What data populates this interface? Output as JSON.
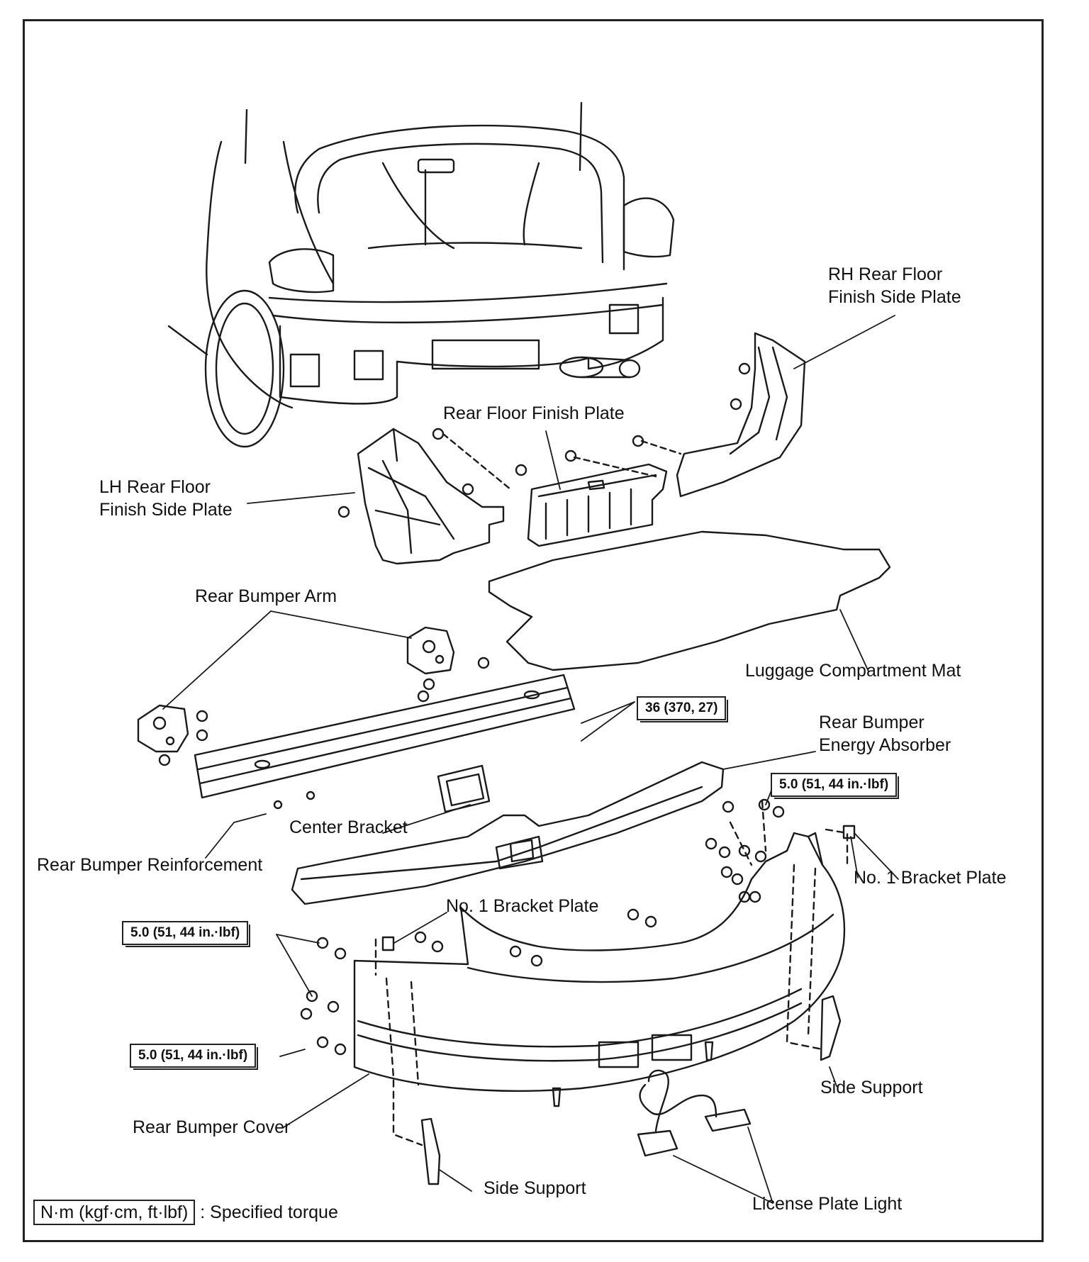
{
  "labels": {
    "rh_side_plate": [
      "RH Rear Floor",
      "Finish Side Plate"
    ],
    "lh_side_plate": [
      "LH Rear Floor",
      "Finish Side Plate"
    ],
    "rear_floor_finish_plate": "Rear Floor Finish Plate",
    "rear_bumper_arm": "Rear Bumper Arm",
    "luggage_mat": "Luggage Compartment Mat",
    "energy_absorber": [
      "Rear Bumper",
      "Energy Absorber"
    ],
    "center_bracket": "Center Bracket",
    "reinforcement": "Rear Bumper Reinforcement",
    "bracket_plate_right": "No. 1 Bracket Plate",
    "bracket_plate_center": "No. 1 Bracket Plate",
    "side_support_right": "Side Support",
    "side_support_bottom": "Side Support",
    "bumper_cover": "Rear Bumper Cover",
    "license_plate_light": "License Plate Light"
  },
  "torques": {
    "arm_nuts": "36 (370, 27)",
    "absorber_right": "5.0 (51, 44 in.·lbf)",
    "cover_left_upper": "5.0 (51, 44 in.·lbf)",
    "cover_left_lower": "5.0 (51, 44 in.·lbf)"
  },
  "legend": {
    "unit": "N·m (kgf·cm, ft·lbf)",
    "text": ": Specified torque"
  }
}
